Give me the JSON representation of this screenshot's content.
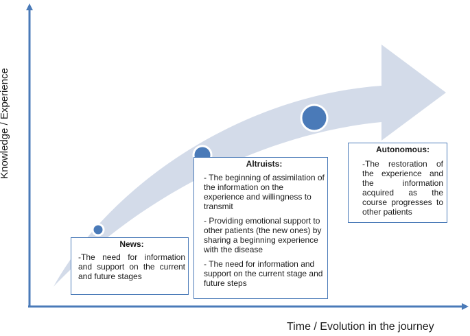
{
  "axes": {
    "y_label": "Knowledge / Experience",
    "x_label": "Time / Evolution in the journey"
  },
  "stages": {
    "news": {
      "title": "News:",
      "items": [
        "-The need for information and support on the current and future stages"
      ]
    },
    "altruists": {
      "title": "Altruists:",
      "items": [
        "- The beginning of assimilation of the information on the experience and willingness to transmit",
        "- Providing emotional support to other patients (the new ones) by sharing a beginning experience with the disease",
        "- The need for information and support on the current stage and future steps"
      ]
    },
    "autonomous": {
      "title": "Autonomous:",
      "items": [
        "-The restoration of the experience and the information acquired as the course progresses to other patients"
      ]
    }
  },
  "colors": {
    "axis": "#4a7ab8",
    "arrow": "#d3dbe9",
    "circle": "#4a7ab8",
    "box_border": "#4a7ab8"
  }
}
